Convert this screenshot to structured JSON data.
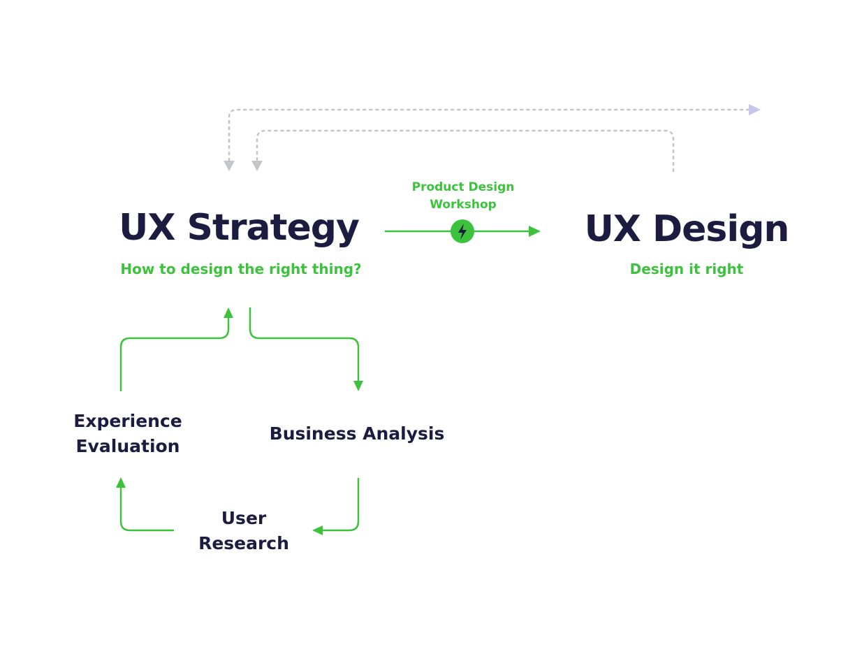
{
  "strategy": {
    "title": "UX Strategy",
    "subtitle": "How to design the right thing?"
  },
  "design": {
    "title": "UX Design",
    "subtitle": "Design it right"
  },
  "connector": {
    "label_line1": "Product Design",
    "label_line2": "Workshop",
    "icon": "lightning-bolt-icon"
  },
  "cycle": {
    "business_analysis": "Business Analysis",
    "user_research_line1": "User",
    "user_research_line2": "Research",
    "experience_evaluation_line1": "Experience",
    "experience_evaluation_line2": "Evaluation"
  },
  "colors": {
    "green": "#3cc23c",
    "navy": "#1b1c3f",
    "dotted": "#c4c4cc",
    "dotted_arrow": "#c9c6ec"
  }
}
